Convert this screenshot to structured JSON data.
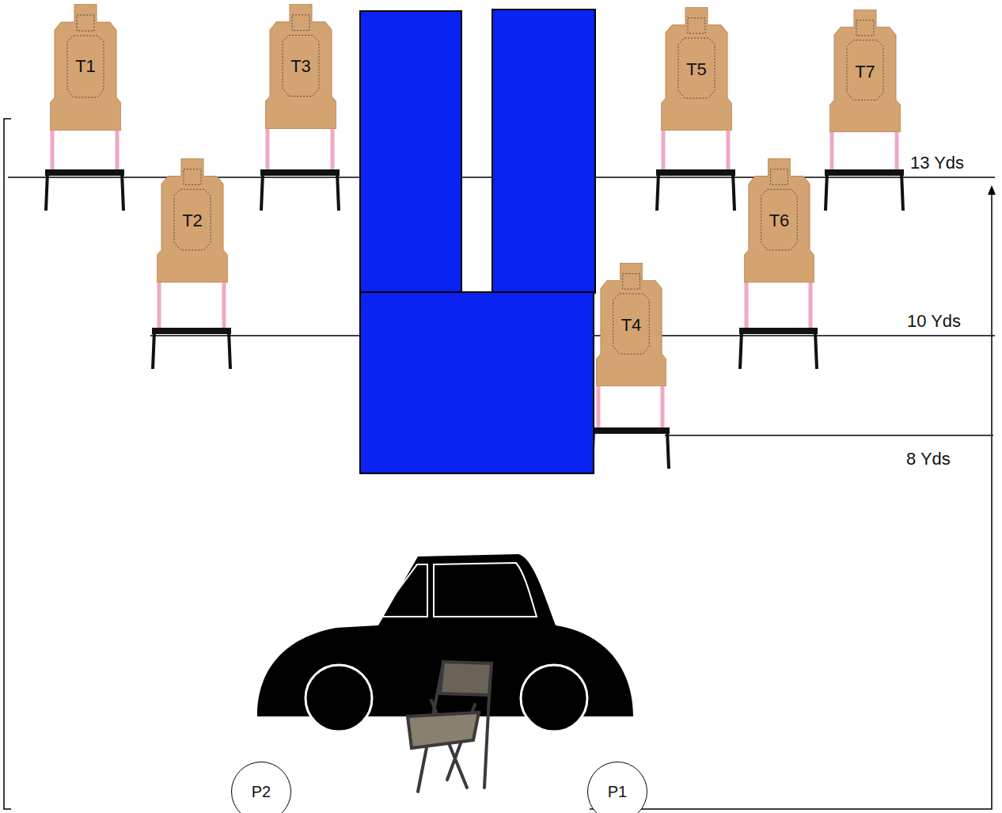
{
  "diagram": {
    "nodes": [
      {
        "text": [
          "T1"
        ]
      },
      {
        "text": [
          "T3"
        ]
      },
      {
        "text": [
          "T5"
        ]
      },
      {
        "text": [
          "T7"
        ]
      },
      {
        "text": [
          "T2"
        ]
      },
      {
        "text": [
          "T6"
        ]
      },
      {
        "text": [
          "T4"
        ]
      },
      {
        "text": [
          "P2"
        ]
      },
      {
        "text": [
          "P1"
        ]
      }
    ],
    "labels": [
      "13 Yds",
      "10 Yds",
      "8 Yds"
    ]
  }
}
